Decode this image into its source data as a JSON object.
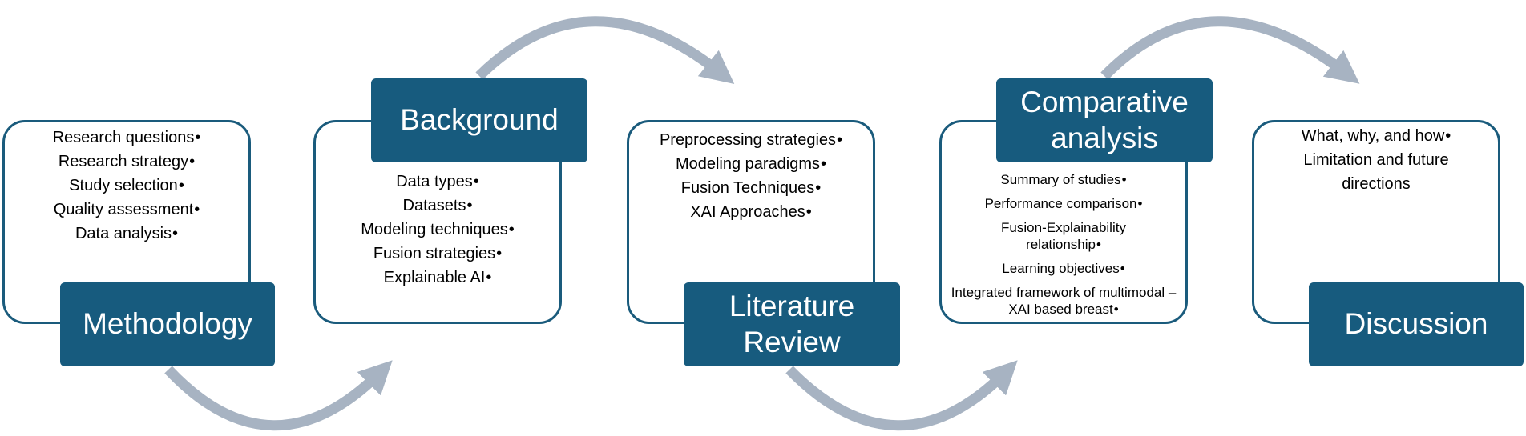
{
  "stages": [
    {
      "title": "Methodology",
      "items": [
        "Research questions",
        "Research strategy",
        "Study selection",
        "Quality assessment",
        "Data analysis"
      ]
    },
    {
      "title": "Background",
      "items": [
        "Data types",
        "Datasets",
        "Modeling techniques",
        "Fusion strategies",
        "Explainable AI"
      ]
    },
    {
      "title": "Literature Review",
      "items": [
        "Preprocessing strategies",
        "Modeling paradigms",
        "Fusion Techniques",
        "XAI Approaches"
      ]
    },
    {
      "title": "Comparative analysis",
      "items": [
        "Summary of studies",
        "Performance comparison",
        "Fusion-Explainability relationship",
        "Learning objectives",
        "Integrated framework of multimodal –XAI based breast"
      ]
    },
    {
      "title": "Discussion",
      "items": [
        "What, why, and how",
        "Limitation and future directions"
      ]
    }
  ],
  "bullet": "•",
  "colors": {
    "box_fill": "#175b7e",
    "frame_stroke": "#1a5b7c",
    "arrow": "#a7b3c2"
  }
}
